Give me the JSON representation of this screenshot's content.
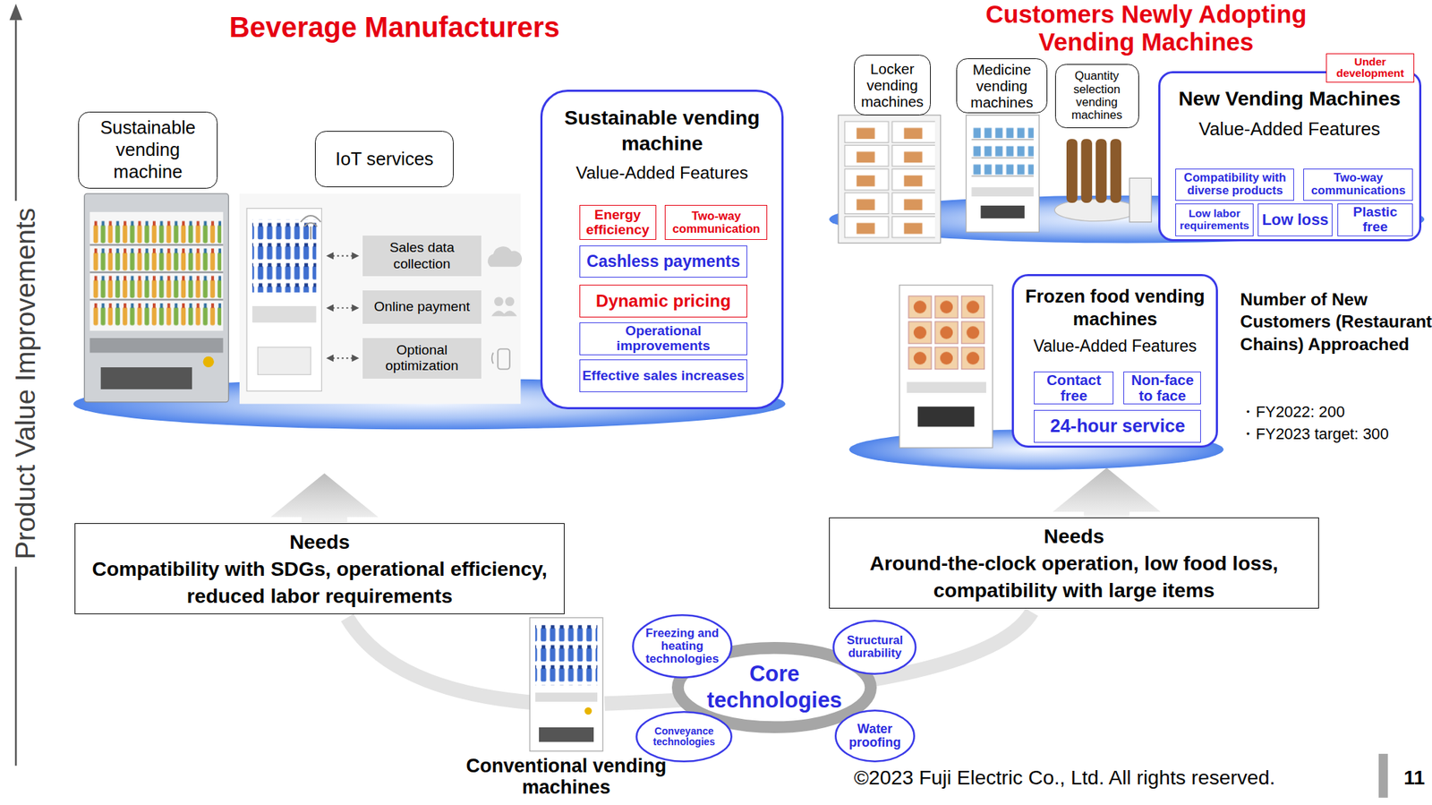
{
  "diagram": {
    "nodes": [
      {
        "text": [
          "Sustainable vending machine"
        ]
      },
      {
        "text": [
          "IoT services"
        ]
      },
      {
        "text": [
          "Sales data collection"
        ]
      },
      {
        "text": [
          "Online payment"
        ]
      },
      {
        "text": [
          "Optional optimization"
        ]
      },
      {
        "text": [
          "Sustainable vending machine",
          "Value-Added Features"
        ]
      },
      {
        "text": [
          "Energy efficiency"
        ],
        "in": 5
      },
      {
        "text": [
          "Two-way communication"
        ],
        "in": 5
      },
      {
        "text": [
          "Cashless payments"
        ],
        "in": 5
      },
      {
        "text": [
          "Dynamic pricing"
        ],
        "in": 5
      },
      {
        "text": [
          "Operational improvements"
        ],
        "in": 5
      },
      {
        "text": [
          "Effective sales increases"
        ],
        "in": 5
      },
      {
        "text": [
          "Locker vending machines"
        ]
      },
      {
        "text": [
          "Medicine vending machines"
        ]
      },
      {
        "text": [
          "Quantity selection vending machines"
        ]
      },
      {
        "text": [
          "New Vending Machines",
          "Value-Added Features"
        ]
      },
      {
        "text": [
          "Under development"
        ],
        "in": 15
      },
      {
        "text": [
          "Compatibility with diverse products"
        ],
        "in": 15
      },
      {
        "text": [
          "Two-way communications"
        ],
        "in": 15
      },
      {
        "text": [
          "Low labor requirements"
        ],
        "in": 15
      },
      {
        "text": [
          "Low loss"
        ],
        "in": 15
      },
      {
        "text": [
          "Plastic free"
        ],
        "in": 15
      },
      {
        "text": [
          "Frozen food vending machines",
          "Value-Added Features"
        ]
      },
      {
        "text": [
          "Contact free"
        ],
        "in": 22
      },
      {
        "text": [
          "Non-face to face"
        ],
        "in": 22
      },
      {
        "text": [
          "24-hour service"
        ],
        "in": 22
      },
      {
        "text": [
          "Needs",
          "Compatibility with SDGs, operational efficiency, reduced labor requirements"
        ]
      },
      {
        "text": [
          "Needs",
          "Around-the-clock operation, low food loss, compatibility with large items"
        ]
      },
      {
        "text": [
          "Core technologies"
        ]
      },
      {
        "text": [
          "Freezing and heating technologies"
        ]
      },
      {
        "text": [
          "Structural durability"
        ]
      },
      {
        "text": [
          "Conveyance technologies"
        ]
      },
      {
        "text": [
          "Water proofing"
        ]
      }
    ],
    "labels": [
      "Product Value Improvements",
      "Beverage Manufacturers",
      "Customers Newly Adopting Vending Machines",
      "Number of New Customers (Restaurant Chains) Approached",
      "・FY2022: 200",
      "・FY2023 target: 300",
      "Conventional vending machines",
      "©2023 Fuji Electric Co., Ltd. All rights reserved.",
      "11"
    ]
  }
}
